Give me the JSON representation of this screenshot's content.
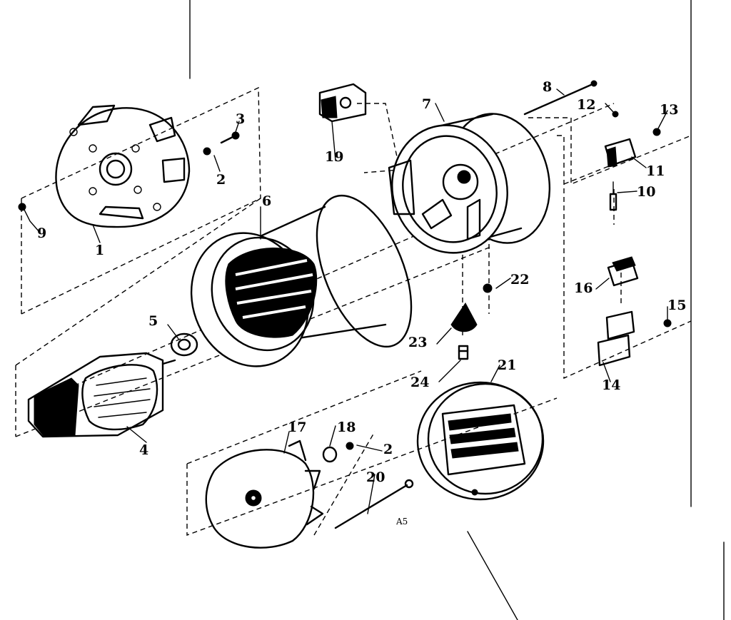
{
  "callouts": [
    "1",
    "2",
    "3",
    "4",
    "5",
    "6",
    "7",
    "8",
    "9",
    "10",
    "11",
    "12",
    "13",
    "14",
    "15",
    "16",
    "17",
    "18",
    "19",
    "20",
    "21",
    "22",
    "23",
    "24"
  ],
  "repeat_callouts": {
    "part2_upper": "2",
    "part2_lower": "2"
  },
  "figure_mark": "A5"
}
